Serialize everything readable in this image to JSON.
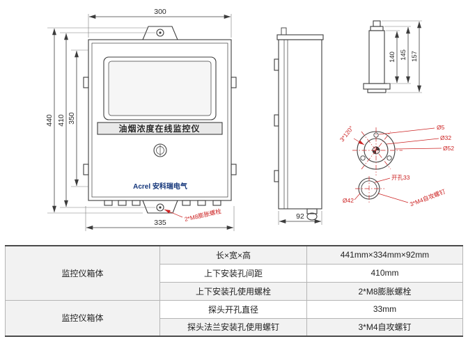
{
  "colors": {
    "line": "#3c3c3c",
    "accent_red": "#cc2222",
    "table_stripe": "#f2f2f2",
    "brand_blue": "#13357a"
  },
  "drawing": {
    "front_view": {
      "device_title": "油烟浓度在线监控仪",
      "brand": "Acrel 安科瑞电气",
      "anchor_note": "2*M8膨胀螺栓",
      "dims": {
        "top_width": "300",
        "overall_height": "440",
        "hole_spacing": "410",
        "body_height": "350",
        "bottom_width": "335"
      }
    },
    "side_view": {
      "dims": {
        "depth": "92"
      }
    },
    "probe_view": {
      "dims": {
        "body": "140",
        "mid": "145",
        "overall": "157"
      }
    },
    "flange_detail": {
      "hole_pattern": "3*120°",
      "hole_dia": "Ø5",
      "inner_dia": "Ø32",
      "outer_dia": "Ø52",
      "flange_dia": "Ø42",
      "opening_note": "开孔33",
      "screw_note": "3*M4自攻螺钉"
    }
  },
  "table": {
    "groups": [
      {
        "label": "监控仪箱体",
        "rowspan": 3
      },
      {
        "label": "监控仪箱体",
        "rowspan": 2
      }
    ],
    "rows": [
      {
        "name": "长×宽×高",
        "value": "441mm×334mm×92mm"
      },
      {
        "name": "上下安装孔间距",
        "value": "410mm"
      },
      {
        "name": "上下安装孔使用螺栓",
        "value": "2*M8膨胀螺栓"
      },
      {
        "name": "探头开孔直径",
        "value": "33mm"
      },
      {
        "name": "探头法兰安装孔使用螺钉",
        "value": "3*M4自攻螺钉"
      }
    ]
  }
}
